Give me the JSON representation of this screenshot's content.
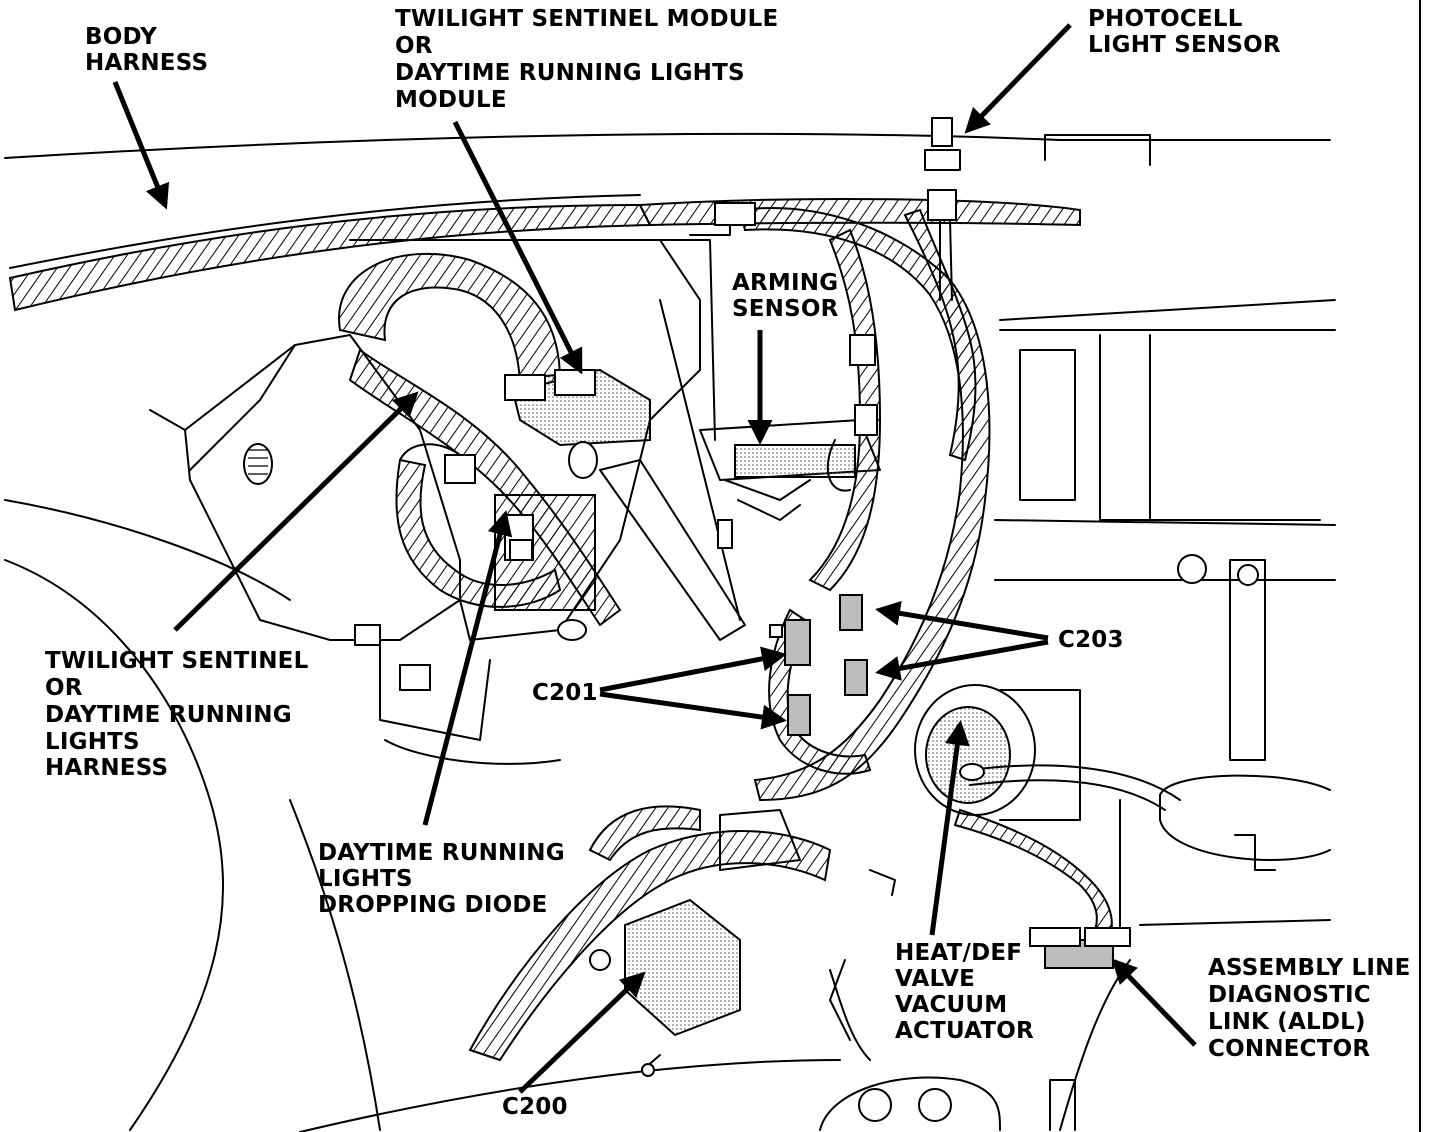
{
  "labels": {
    "body_harness": [
      "BODY",
      "HARNESS"
    ],
    "twilight_module": [
      "TWILIGHT SENTINEL MODULE",
      "OR",
      "DAYTIME RUNNING LIGHTS",
      "MODULE"
    ],
    "photocell": [
      "PHOTOCELL",
      "LIGHT SENSOR"
    ],
    "arming_sensor": [
      "ARMING",
      "SENSOR"
    ],
    "c203": "C203",
    "c201": "C201",
    "twilight_harness": [
      "TWILIGHT SENTINEL",
      "OR",
      "DAYTIME RUNNING",
      "LIGHTS",
      "HARNESS"
    ],
    "dropping_diode": [
      "DAYTIME RUNNING",
      "LIGHTS",
      "DROPPING DIODE"
    ],
    "heat_def": [
      "HEAT/DEF",
      "VALVE",
      "VACUUM",
      "ACTUATOR"
    ],
    "aldl": [
      "ASSEMBLY LINE",
      "DIAGNOSTIC",
      "LINK (ALDL)",
      "CONNECTOR"
    ],
    "c200": "C200"
  }
}
